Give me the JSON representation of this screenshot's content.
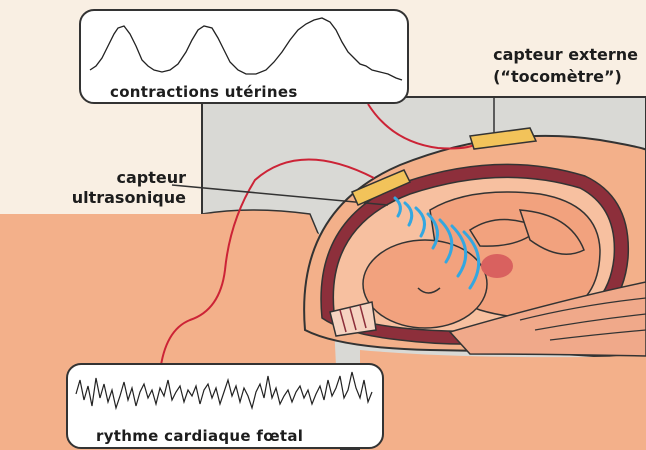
{
  "title": "",
  "labels": {
    "contractions_caption": "contractions utérines",
    "external_sensor_line1": "capteur externe",
    "external_sensor_line2": "(“tocomètre”)",
    "ultrasound_sensor_line1": "capteur",
    "ultrasound_sensor_line2": "ultrasonique",
    "fhr_caption": "rythme cardiaque fœtal"
  },
  "colors": {
    "background": "#f9efe3",
    "room_wall": "#d9d9d5",
    "skin": "#f3b08a",
    "skin_dark": "#ef9f78",
    "uterus_wall": "#8d2f3b",
    "fetus": "#f2a27e",
    "sensor": "#f2c35a",
    "cable": "#cc2336",
    "ultrasound_waves": "#34a7e0",
    "trace_panel": "#ffffff",
    "trace_ink": "#222222"
  }
}
